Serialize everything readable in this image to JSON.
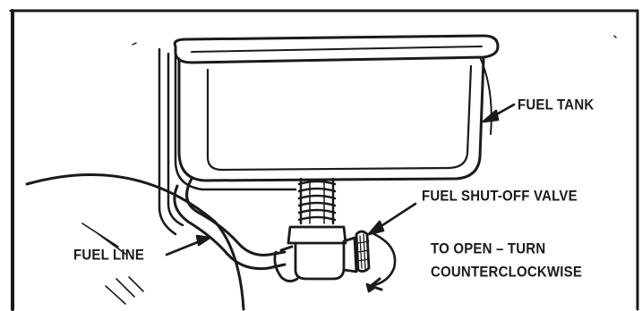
{
  "labels": {
    "fuel_tank": "FUEL TANK",
    "fuel_shutoff_valve": "FUEL SHUT-OFF VALVE",
    "fuel_line": "FUEL LINE",
    "to_open_turn": "TO OPEN – TURN",
    "counterclockwise": "COUNTERCLOCKWISE"
  },
  "colors": {
    "ink": "#1a1a1a",
    "paper": "#ffffff"
  }
}
